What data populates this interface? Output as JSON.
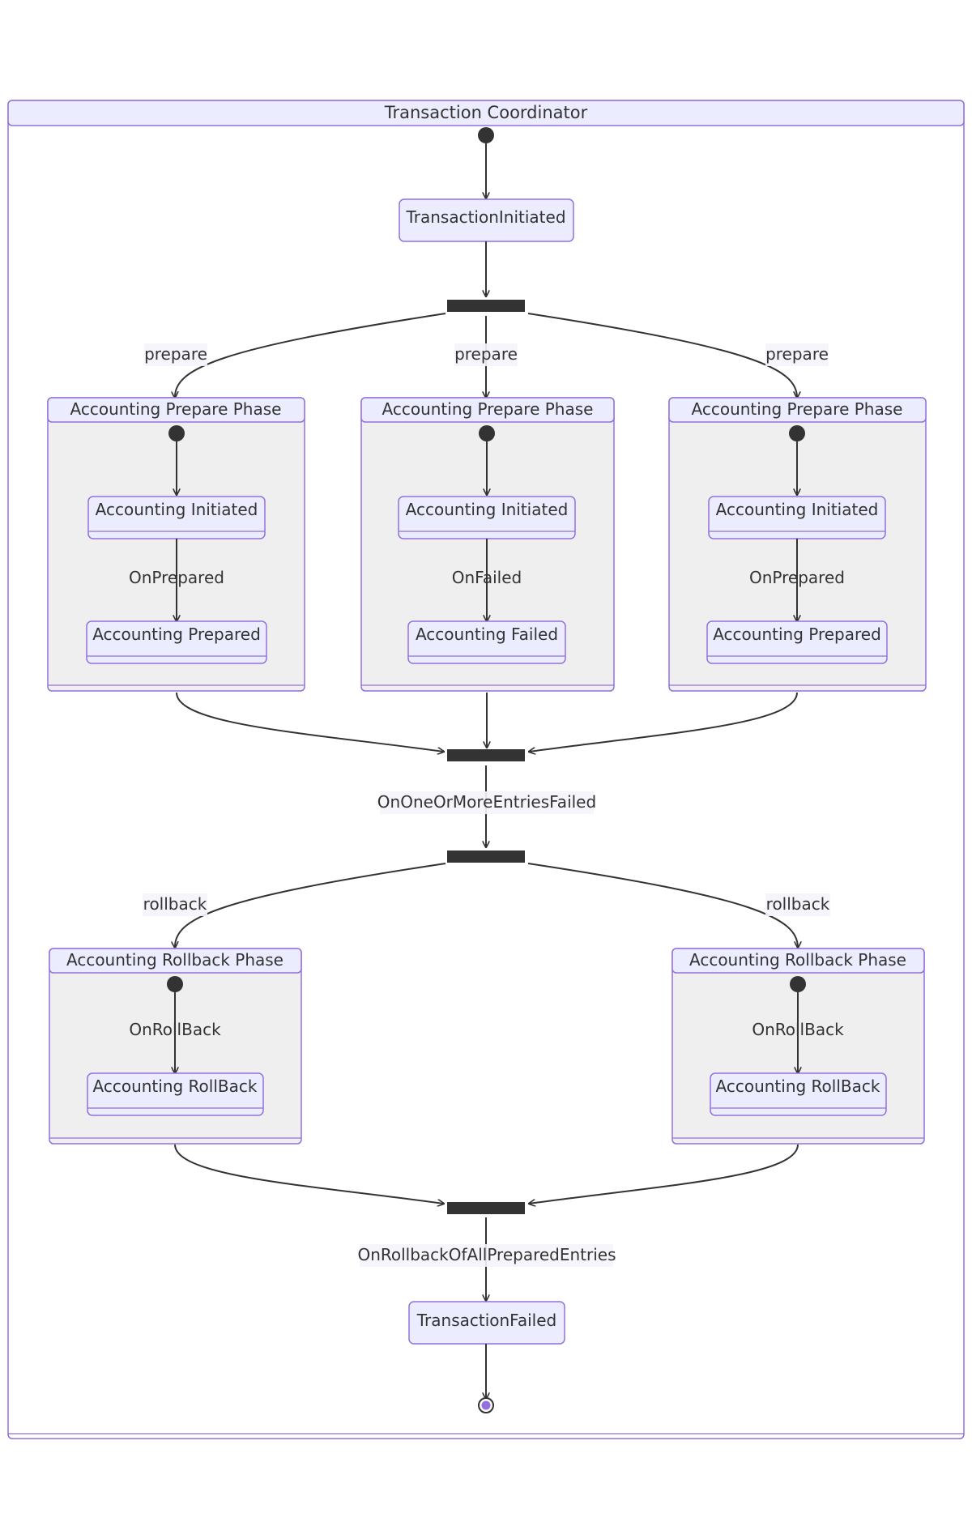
{
  "coordinator": {
    "title": "Transaction Coordinator"
  },
  "states": {
    "transaction_initiated": "TransactionInitiated",
    "transaction_failed": "TransactionFailed"
  },
  "prepare_phases": [
    {
      "title": "Accounting Prepare Phase",
      "initiated": "Accounting Initiated",
      "event": "OnPrepared",
      "result": "Accounting Prepared"
    },
    {
      "title": "Accounting Prepare Phase",
      "initiated": "Accounting Initiated",
      "event": "OnFailed",
      "result": "Accounting Failed"
    },
    {
      "title": "Accounting Prepare Phase",
      "initiated": "Accounting Initiated",
      "event": "OnPrepared",
      "result": "Accounting Prepared"
    }
  ],
  "rollback_phases": [
    {
      "title": "Accounting Rollback Phase",
      "event": "OnRollBack",
      "result": "Accounting RollBack"
    },
    {
      "title": "Accounting Rollback Phase",
      "event": "OnRollBack",
      "result": "Accounting RollBack"
    }
  ],
  "transitions": {
    "prepare": [
      "prepare",
      "prepare",
      "prepare"
    ],
    "rollback": [
      "rollback",
      "rollback"
    ],
    "on_failed_entries": "OnOneOrMoreEntriesFailed",
    "on_rollback_all": "OnRollbackOfAllPreparedEntries"
  },
  "colors": {
    "node_fill": "#ececff",
    "node_border": "#9370db",
    "group_fill": "#efefef",
    "edge": "#333333",
    "end_inner": "#9370db"
  }
}
